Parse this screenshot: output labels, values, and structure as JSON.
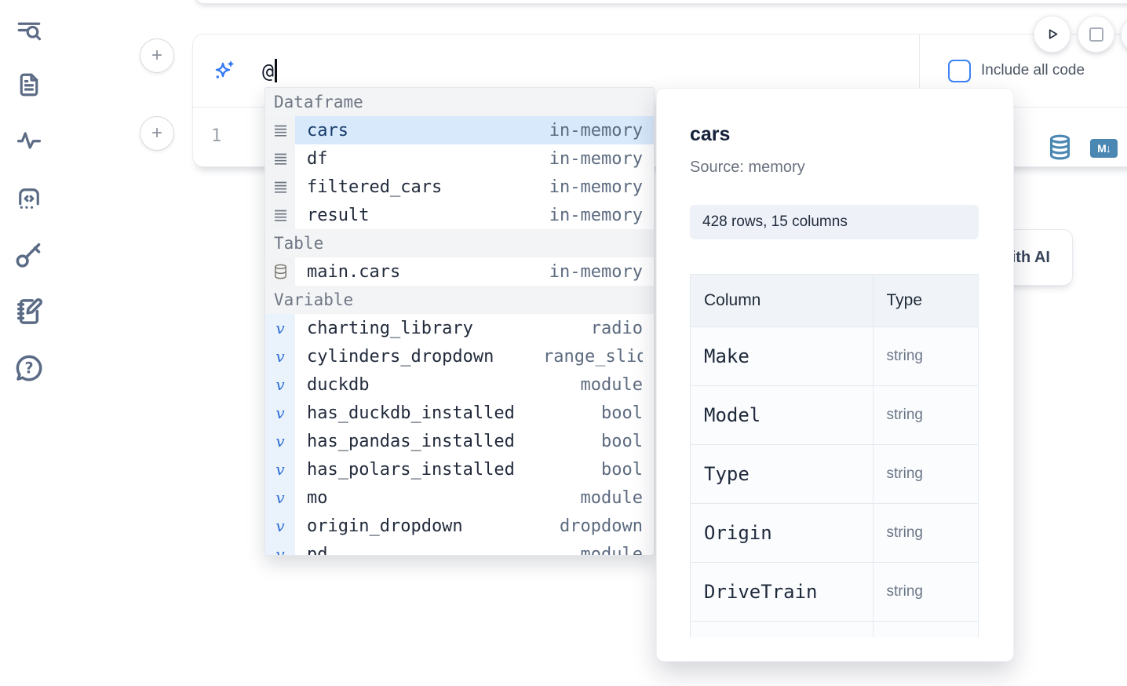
{
  "colors": {
    "accent_blue": "#3b82f6",
    "steel_blue": "#4a87b3",
    "selection_blue": "#d8e9fb",
    "sidebar_icon": "#5b6b85"
  },
  "sidebar": {
    "icons": [
      "toc-search",
      "file-document",
      "activity",
      "code-cell",
      "key",
      "notebook-pen",
      "help-chat"
    ]
  },
  "run_controls": {
    "icons": [
      "play",
      "stop"
    ]
  },
  "cell": {
    "prompt_value": "@",
    "include_all_code_label": "Include all code",
    "line_number": "1",
    "footer_icons": [
      "database",
      "markdown"
    ],
    "markdown_badge": "M↓"
  },
  "autocomplete": {
    "sections": [
      {
        "label": "Dataframe",
        "items": [
          {
            "name": "cars",
            "type": "in-memory",
            "kind": "dataframe",
            "selected": true
          },
          {
            "name": "df",
            "type": "in-memory",
            "kind": "dataframe"
          },
          {
            "name": "filtered_cars",
            "type": "in-memory",
            "kind": "dataframe"
          },
          {
            "name": "result",
            "type": "in-memory",
            "kind": "dataframe"
          }
        ]
      },
      {
        "label": "Table",
        "items": [
          {
            "name": "main.cars",
            "type": "in-memory",
            "kind": "table"
          }
        ]
      },
      {
        "label": "Variable",
        "items": [
          {
            "name": "charting_library",
            "type": "radio",
            "kind": "variable"
          },
          {
            "name": "cylinders_dropdown",
            "type": "range_slider",
            "kind": "variable"
          },
          {
            "name": "duckdb",
            "type": "module",
            "kind": "variable"
          },
          {
            "name": "has_duckdb_installed",
            "type": "bool",
            "kind": "variable"
          },
          {
            "name": "has_pandas_installed",
            "type": "bool",
            "kind": "variable"
          },
          {
            "name": "has_polars_installed",
            "type": "bool",
            "kind": "variable"
          },
          {
            "name": "mo",
            "type": "module",
            "kind": "variable"
          },
          {
            "name": "origin_dropdown",
            "type": "dropdown",
            "kind": "variable"
          },
          {
            "name": "pd",
            "type": "module",
            "kind": "variable"
          }
        ]
      }
    ]
  },
  "preview": {
    "title": "cars",
    "source": "Source: memory",
    "shape": "428 rows, 15 columns",
    "table": {
      "headers": [
        "Column",
        "Type"
      ],
      "rows": [
        [
          "Make",
          "string"
        ],
        [
          "Model",
          "string"
        ],
        [
          "Type",
          "string"
        ],
        [
          "Origin",
          "string"
        ],
        [
          "DriveTrain",
          "string"
        ]
      ]
    }
  },
  "generate_ai_label": "Generate with AI"
}
